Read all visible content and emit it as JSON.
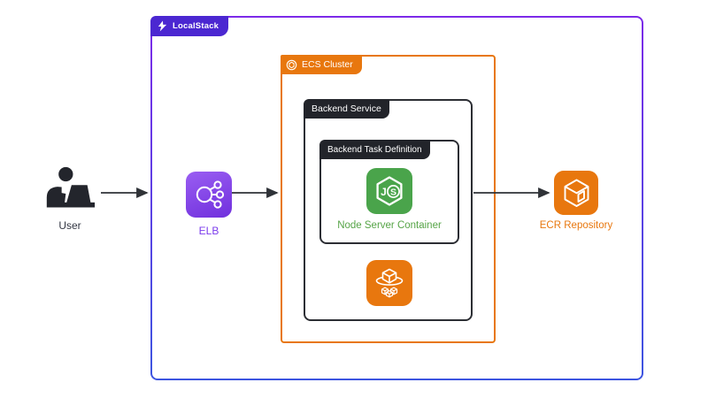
{
  "colors": {
    "canvas_bg": "#ffffff",
    "outer_border_top": "#7c2ae8",
    "outer_border_bottom": "#3d55e0",
    "localstack_badge_bg": "#4b27d1",
    "aws_orange": "#e8770e",
    "dark_badge_bg": "#22242a",
    "dark_box_border": "#2c2e34",
    "node_green_bg": "#4aa44b",
    "node_label_text": "#56a447",
    "elb_gradient_start": "#9a5ef2",
    "elb_gradient_end": "#7030dd",
    "elb_label_text": "#7b3bec",
    "ecr_label_text": "#e8770e",
    "user_fill": "#23252c",
    "user_label_text": "#333743",
    "arrow_color": "#2f3237"
  },
  "containers": {
    "localstack": {
      "label": "LocalStack",
      "icon": "localstack-logo-icon"
    },
    "ecs_cluster": {
      "label": "ECS Cluster",
      "icon": "ecs-cluster-icon"
    },
    "backend_service": {
      "label": "Backend Service"
    },
    "backend_task_definition": {
      "label": "Backend Task Definition"
    }
  },
  "nodes": {
    "user": {
      "label": "User",
      "icon": "user-at-laptop-icon"
    },
    "elb": {
      "label": "ELB",
      "icon": "load-balancer-icon"
    },
    "node_server": {
      "label": "Node Server Container",
      "icon": "nodejs-hexagon-icon"
    },
    "ecs_service": {
      "icon": "ecs-service-icon"
    },
    "ecr": {
      "label": "ECR Repository",
      "icon": "ecr-cube-icon"
    }
  },
  "edges": [
    {
      "from": "User",
      "to": "ELB"
    },
    {
      "from": "ELB",
      "to": "ECS Cluster"
    },
    {
      "from": "Backend Service",
      "to": "ECR Repository"
    }
  ]
}
